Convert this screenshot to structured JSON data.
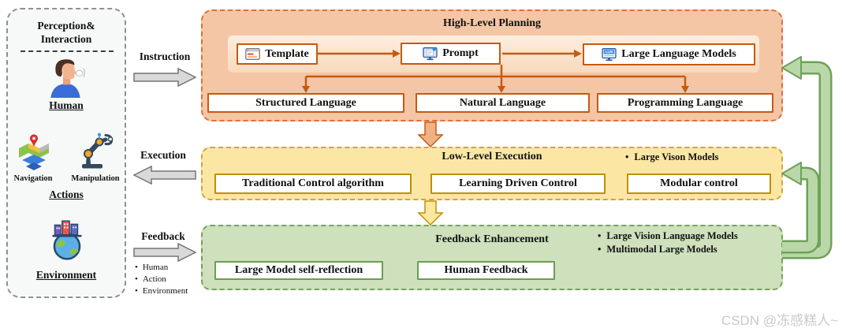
{
  "left_panel": {
    "title": [
      "Perception&",
      "Interaction"
    ],
    "human_label": "Human",
    "navigation_label": "Navigation",
    "manipulation_label": "Manipulation",
    "actions_label": "Actions",
    "environment_label": "Environment"
  },
  "connectors": {
    "instruction": "Instruction",
    "execution": "Execution",
    "feedback": "Feedback",
    "feedback_bullets": [
      "Human",
      "Action",
      "Environment"
    ]
  },
  "high_level_planning": {
    "title": "High-Level Planning",
    "pipeline": [
      {
        "icon": "template-icon",
        "label": "Template"
      },
      {
        "icon": "prompt-icon",
        "label": "Prompt"
      },
      {
        "icon": "llm-icon",
        "label": "Large Language Models"
      }
    ],
    "languages": [
      "Structured Language",
      "Natural Language",
      "Programming Language"
    ]
  },
  "low_level_execution": {
    "title": "Low-Level Execution",
    "side_bullets": [
      "Large Vison Models"
    ],
    "boxes": [
      "Traditional Control algorithm",
      "Learning Driven Control",
      "Modular control"
    ]
  },
  "feedback_enhancement": {
    "title": "Feedback Enhancement",
    "side_bullets": [
      "Large Vision Language Models",
      "Multimodal Large Models"
    ],
    "boxes": [
      "Large Model self-reflection",
      "Human Feedback"
    ]
  },
  "watermark": "CSDN @冻感糕人~",
  "colors": {
    "planning_fill": "#f5c6a5",
    "planning_border": "#e0703c",
    "execution_fill": "#fbe7a3",
    "execution_border": "#cfa63c",
    "feedback_fill": "#cfe0bd",
    "feedback_border": "#74a457",
    "connector_orange": "#c55a11",
    "gold_border": "#bf9000",
    "green_box_border": "#6b9e53",
    "arrow_gray_fill": "#d9d9d9",
    "arrow_gray_stroke": "#757575",
    "salmon_arrow_fill": "#f2b183",
    "yellow_arrow_fill": "#ffe79f",
    "green_arrow_fill": "#b9d7a8",
    "green_arrow_stroke": "#6ea158",
    "panel_gray": "#f7f8f8",
    "watermark_color": "#c9c9c9"
  }
}
